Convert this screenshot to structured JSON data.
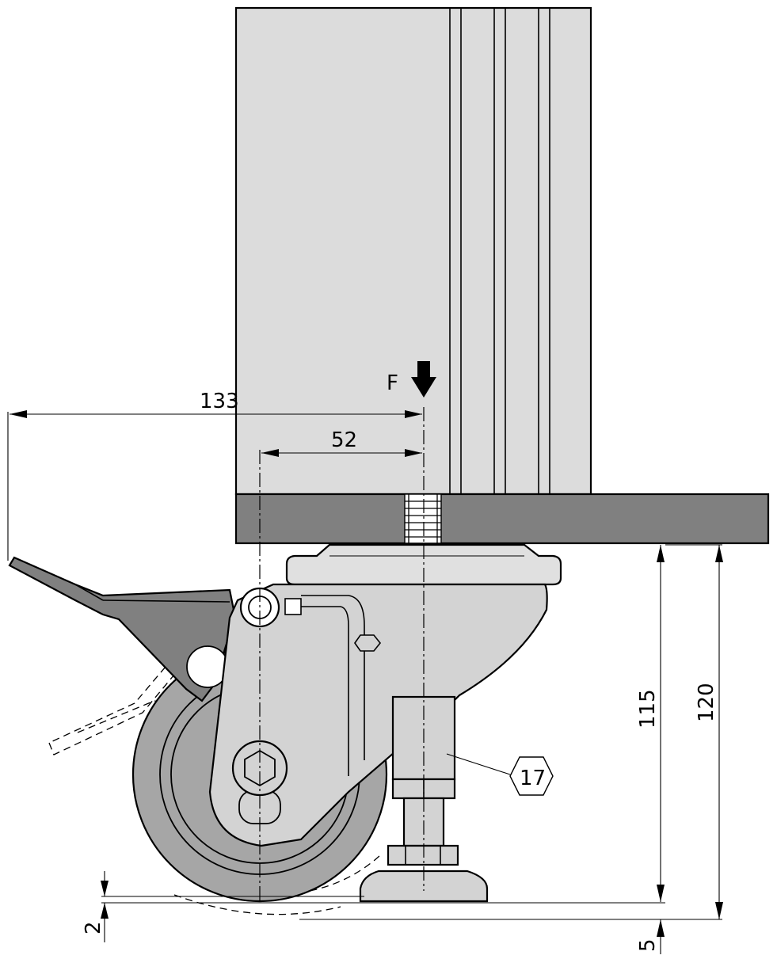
{
  "dimensions": {
    "d133": "133",
    "d52": "52",
    "d115": "115",
    "d120": "120",
    "d2": "2",
    "d5": "5"
  },
  "labels": {
    "force": "F",
    "part_number": "17"
  },
  "colors": {
    "profile_fill": "#dcdcdc",
    "plate_fill": "#808080",
    "housing_fill": "#d3d3d3",
    "wheel_tread": "#a6a6a6",
    "brake_fill": "#808080",
    "line": "#000000",
    "background": "#ffffff"
  },
  "icons": {
    "force": "down-arrow-icon",
    "part_marker": "hexagon-icon",
    "socket_screw": "hex-socket-icon"
  }
}
